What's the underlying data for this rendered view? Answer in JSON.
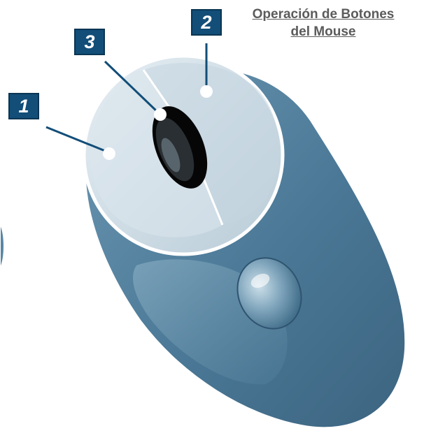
{
  "title": {
    "line1": "Operación de Botones",
    "line2": "del Mouse"
  },
  "callouts": [
    {
      "number": "1",
      "target": "left-button"
    },
    {
      "number": "2",
      "target": "right-button"
    },
    {
      "number": "3",
      "target": "scroll-wheel"
    }
  ],
  "colors": {
    "badge_fill": "#124e78",
    "mouse_body": "#4f7f9e",
    "mouse_button": "#cfdde6",
    "wheel": "#0a0a0a",
    "title_text": "#5b5b5b"
  }
}
